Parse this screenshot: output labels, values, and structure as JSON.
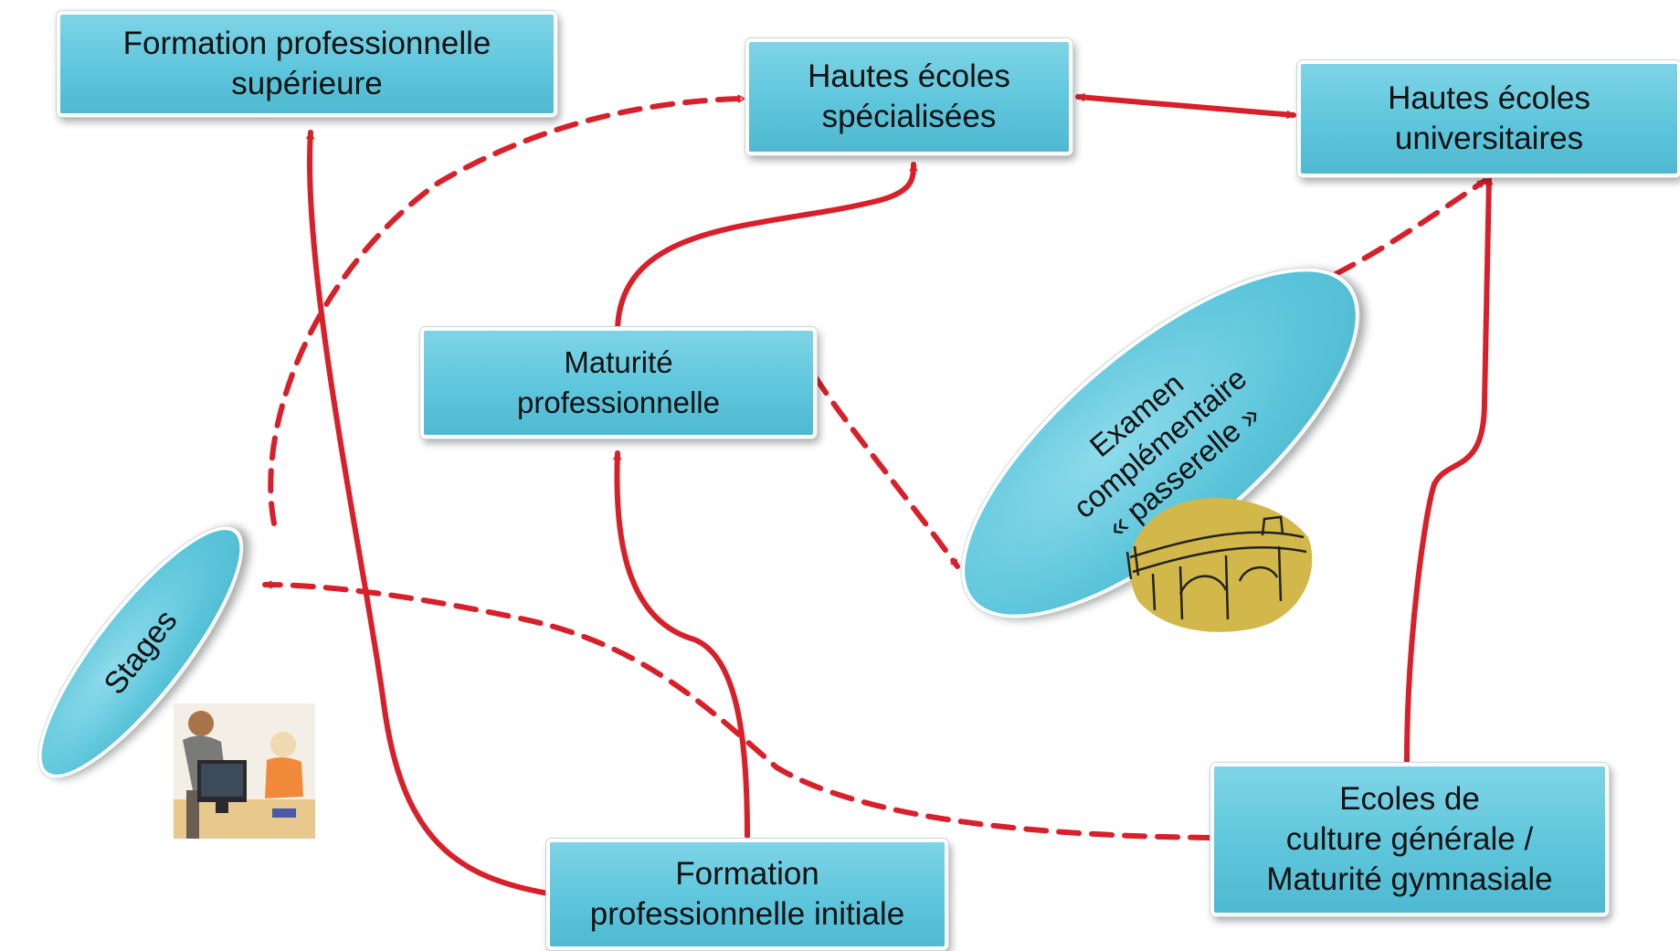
{
  "colors": {
    "arrow": "#d8202a",
    "box_fill": "#5ec6dc",
    "box_border": "#ffffff",
    "bridge_fill": "#d2b84a"
  },
  "nodes": {
    "formation_superieure": {
      "lines": [
        "Formation professionnelle",
        "supérieure"
      ]
    },
    "hautes_ecoles_specialisees": {
      "lines": [
        "Hautes écoles",
        "spécialisées"
      ]
    },
    "hautes_ecoles_universitaires": {
      "lines": [
        "Hautes écoles",
        "universitaires"
      ]
    },
    "maturite_professionnelle": {
      "lines": [
        "Maturité",
        "professionnelle"
      ]
    },
    "examen_complementaire": {
      "lines": [
        "Examen",
        "complémentaire",
        "« passerelle »"
      ]
    },
    "stages": {
      "lines": [
        "Stages"
      ]
    },
    "formation_initiale": {
      "lines": [
        "Formation",
        "professionnelle initiale"
      ]
    },
    "ecoles_culture_generale": {
      "lines": [
        "Ecoles de",
        "culture générale /",
        "Maturité gymnasiale"
      ]
    }
  },
  "clipart": {
    "office_photo": "people-at-computer-photo",
    "bridge_drawing": "bridge-sketch-icon"
  }
}
